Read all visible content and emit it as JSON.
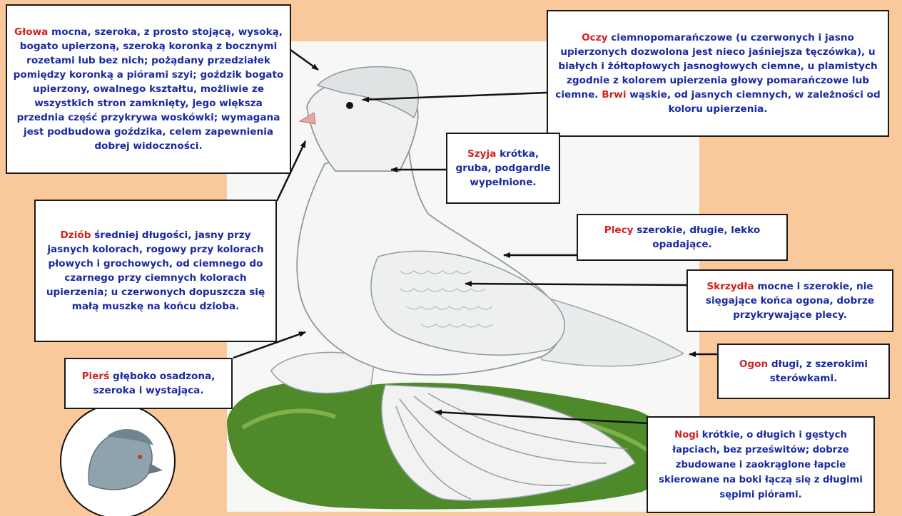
{
  "title": "",
  "colors": {
    "background": "#f9c89b",
    "panel": "#f7f7f6",
    "label_text": "#1a2aa0",
    "keyword": "#d42020",
    "grass": "#4f8a2a",
    "bird_grey": "#8fa3ad"
  },
  "callouts": {
    "head": {
      "key": "Głowa",
      "text": " mocna, szeroka, z prosto stojącą, wysoką, bogato upierzoną, szeroką koronką z bocznymi rozetami lub bez nich; pożądany przedziałek pomiędzy koronką a piórami szyi; goździk bogato upierzony, owalnego kształtu, możliwie ze wszystkich stron zamknięty, jego większa przednia część przykrywa woskówki; wymagana jest podbudowa goździka, celem zapewnienia dobrej widoczności."
    },
    "eyes": {
      "key": "Oczy",
      "text": " ciemnopomarańczowe (u czerwonych i jasno upierzonych dozwolona jest nieco jaśniejsza tęczówka), u białych i żółtopłowych jasnogłowych ciemne, u plamistych zgodnie z kolorem upierzenia głowy pomarańczowe lub ciemne. ",
      "key2": "Brwi",
      "text2": " wąskie, od jasnych ciemnych, w zależności od koloru upierzenia."
    },
    "neck": {
      "key": "Szyja",
      "text": " krótka, gruba, podgardle wypełnione."
    },
    "beak": {
      "key": "Dziób",
      "text": " średniej długości, jasny przy jasnych kolorach, rogowy przy kolorach płowych i grochowych, od ciemnego do czarnego przy ciemnych kolorach upierzenia; u czerwonych dopuszcza się małą muszkę na końcu dzioba."
    },
    "back": {
      "key": "Plecy",
      "text": " szerokie, długie, lekko opadające."
    },
    "wings": {
      "key": "Skrzydła",
      "text": " mocne i szerokie, nie sięgające końca ogona, dobrze przykrywające plecy."
    },
    "tail": {
      "key": "Ogon",
      "text": " długi, z szerokimi sterówkami."
    },
    "chest": {
      "key": "Pierś",
      "text": " głęboko osadzona, szeroka i wystająca."
    },
    "legs": {
      "key": "Nogi",
      "text": " krótkie, o długich i gęstych łapciach, bez prześwitów; dobrze zbudowane i zaokrąglone łapcie skierowane na boki łączą się z długimi sępimi piórami."
    }
  }
}
